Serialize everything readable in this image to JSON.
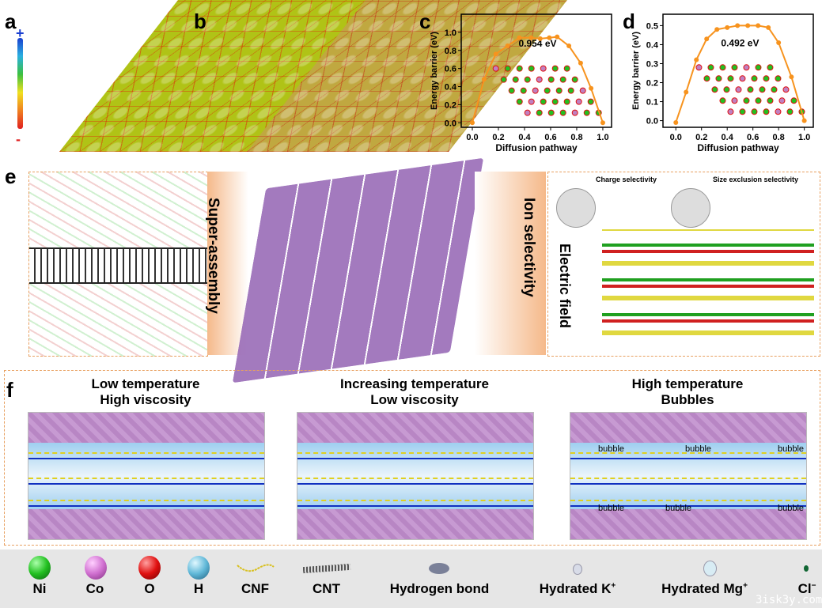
{
  "panels": {
    "a": "a",
    "b": "b",
    "c": "c",
    "d": "d",
    "e": "e",
    "f": "f"
  },
  "scale": {
    "plus": "+",
    "minus": "-"
  },
  "chart_data": [
    {
      "type": "line",
      "title": "",
      "annotation": "0.954 eV",
      "xlabel": "Diffusion pathway",
      "ylabel": "Energy barrier (eV)",
      "xlim": [
        -0.085,
        1.067
      ],
      "ylim": [
        -0.05,
        1.2
      ],
      "xticks": [
        "0.0",
        "0.2",
        "0.4",
        "0.6",
        "0.8",
        "1.0"
      ],
      "yticks": [
        "0.0",
        "0.2",
        "0.4",
        "0.6",
        "0.8",
        "1.0"
      ],
      "x": [
        0,
        0.09,
        0.18,
        0.27,
        0.36,
        0.45,
        0.52,
        0.59,
        0.65,
        0.74,
        0.83,
        0.91,
        1.0
      ],
      "y": [
        0,
        0.48,
        0.76,
        0.85,
        0.94,
        0.94,
        0.93,
        0.94,
        0.95,
        0.85,
        0.66,
        0.38,
        0
      ],
      "color": "#f7931e"
    },
    {
      "type": "line",
      "title": "",
      "annotation": "0.492 eV",
      "xlabel": "Diffusion pathway",
      "ylabel": "Energy barrier (eV)",
      "xlim": [
        -0.1,
        1.07
      ],
      "ylim": [
        -0.035,
        0.56
      ],
      "xticks": [
        "0.0",
        "0.2",
        "0.4",
        "0.6",
        "0.8",
        "1.0"
      ],
      "yticks": [
        "0.0",
        "0.1",
        "0.2",
        "0.3",
        "0.4",
        "0.5"
      ],
      "x": [
        0,
        0.08,
        0.16,
        0.24,
        0.32,
        0.4,
        0.48,
        0.56,
        0.64,
        0.72,
        0.8,
        0.9,
        1.0
      ],
      "y": [
        -0.01,
        0.15,
        0.32,
        0.43,
        0.48,
        0.49,
        0.5,
        0.5,
        0.5,
        0.49,
        0.41,
        0.23,
        0
      ],
      "color": "#f7931e"
    }
  ],
  "e": {
    "super_assembly": "Super-assembly",
    "ion_selectivity": "Ion selectivity",
    "electric_field": "Electric field",
    "charge_selectivity": "Charge selectivity",
    "size_exclusion": "Size exclusion selectivity"
  },
  "f": {
    "panels": [
      {
        "line1": "Low temperature",
        "line2": "High viscosity",
        "bubbles": []
      },
      {
        "line1": "Increasing temperature",
        "line2": "Low viscosity",
        "bubbles": []
      },
      {
        "line1": "High temperature",
        "line2": "Bubbles",
        "bubbles": [
          "bubble",
          "bubble",
          "bubble",
          "bubble",
          "bubble",
          "bubble"
        ]
      }
    ]
  },
  "legend": [
    "Ni",
    "Co",
    "O",
    "H",
    "CNF",
    "CNT",
    "Hydrogen bond",
    "Hydrated K",
    "Hydrated Mg",
    "Cl"
  ],
  "legend_sup": {
    "k": "+",
    "mg": "+",
    "cl": "−"
  },
  "watermark": "3isk3y.com",
  "colors": {
    "Ni": "#22c020",
    "Co": "#d070d0",
    "O": "#e01010",
    "H": "#60b8d8",
    "line": "#f7931e"
  }
}
